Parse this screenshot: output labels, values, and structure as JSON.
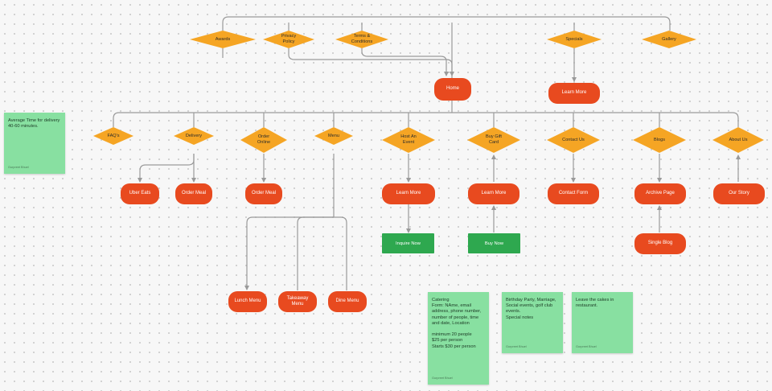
{
  "colors": {
    "decision": "#f5a524",
    "page": "#e84a1f",
    "action": "#2ea84f",
    "sticky": "#88e0a1",
    "connector": "#9a9a9a"
  },
  "diagram": {
    "nodes": {
      "home": "Home",
      "awards": "Awards",
      "privacy_policy": "Privacy\nPolicy",
      "terms": "Terms &\nConditions",
      "specials": "Specials",
      "gallery": "Gallery",
      "specials_learn_more": "Learn More",
      "faqs": "FAQ's",
      "delivery": "Delivery",
      "order_online": "Order\nOnline",
      "menu": "Menu",
      "host_event": "Host An\nEvent",
      "buy_gift_card": "Buy Gift\nCard",
      "contact_us": "Contact Us",
      "blogs": "Blogs",
      "about_us": "About Us",
      "uber_eats": "Uber Eats",
      "delivery_order_meal": "Order Meal",
      "online_order_meal": "Order Meal",
      "event_learn_more": "Learn More",
      "gift_learn_more": "Learn More",
      "contact_form": "Contact Form",
      "archive_page": "Archive Page",
      "our_story": "Our Story",
      "inquire_now": "Inquire Now",
      "buy_now": "Buy Now",
      "single_blog": "Single Blog",
      "lunch_menu": "Lunch Menu",
      "takeaway_menu": "Takeaway\nMenu",
      "dine_menu": "Dine Menu"
    }
  },
  "notes": {
    "delivery_time": {
      "text": "Average Time for delivery\n40-60 minutes.",
      "author": "Gurpreet Bhuel"
    },
    "catering": {
      "text": "Catering\nForm: NAme, email\naddress, phone number,\nnumber of people, time\nand date, Location\n\nminimum 20 people\n$25 per person\nStarts $30 per person",
      "author": "Gurpreet Bhuel"
    },
    "events": {
      "text": "Birthday Party, Marriage,\nSocial events, golf club\nevents.\nSpecial notes",
      "author": "Gurpreet Bhuel"
    },
    "cakes": {
      "text": "Leave the cakes in\nrestaurant.",
      "author": "Gurpreet Bhuel"
    }
  }
}
